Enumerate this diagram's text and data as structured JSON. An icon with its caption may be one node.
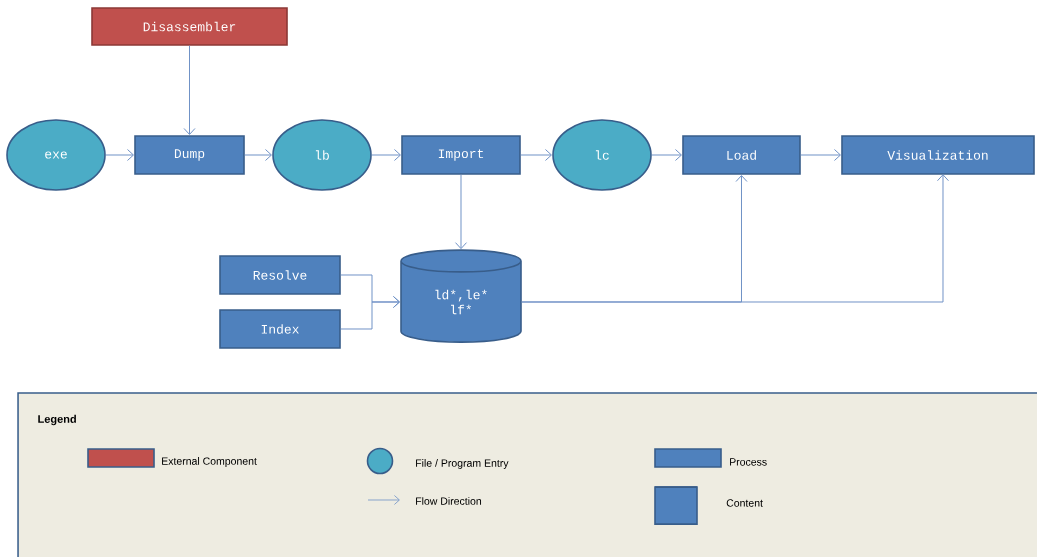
{
  "diagram": {
    "nodes": [
      {
        "text": [
          "Disassembler"
        ]
      },
      {
        "text": [
          "exe"
        ]
      },
      {
        "text": [
          "Dump"
        ]
      },
      {
        "text": [
          "lb"
        ]
      },
      {
        "text": [
          "Import"
        ]
      },
      {
        "text": [
          "lc"
        ]
      },
      {
        "text": [
          "Load"
        ]
      },
      {
        "text": [
          "Visualization"
        ]
      },
      {
        "text": [
          "Resolve"
        ]
      },
      {
        "text": [
          "Index"
        ]
      },
      {
        "text": [
          "ld*,le* lf*"
        ]
      }
    ],
    "edges": [
      {
        "from": 0,
        "to": 2,
        "arrow": "to"
      },
      {
        "from": 1,
        "to": 2,
        "arrow": "to"
      },
      {
        "from": 2,
        "to": 3,
        "arrow": "to"
      },
      {
        "from": 3,
        "to": 4,
        "arrow": "to"
      },
      {
        "from": 4,
        "to": 5,
        "arrow": "to"
      },
      {
        "from": 5,
        "to": 6,
        "arrow": "to"
      },
      {
        "from": 6,
        "to": 7,
        "arrow": "to"
      },
      {
        "from": 4,
        "to": 10,
        "arrow": "to"
      },
      {
        "from": 8,
        "to": 10,
        "arrow": "to"
      },
      {
        "from": 9,
        "to": 10,
        "arrow": "to"
      },
      {
        "from": 10,
        "to": 6,
        "arrow": "to"
      },
      {
        "from": 10,
        "to": 7,
        "arrow": "to"
      }
    ],
    "labels": [
      "Legend"
    ],
    "legend": [
      {
        "text": "External Component",
        "color": "#c0504d"
      },
      {
        "text": "File / Program Entry",
        "color": "#4bacc6"
      },
      {
        "text": "Flow Direction"
      },
      {
        "text": "Process",
        "color": "#4f81bd"
      },
      {
        "text": "Content"
      }
    ]
  }
}
